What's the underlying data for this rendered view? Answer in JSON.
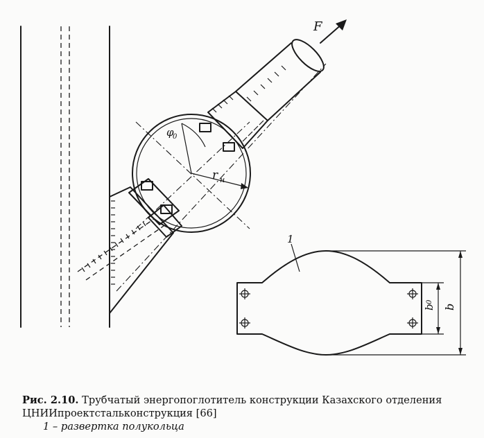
{
  "figure": {
    "force_label": "F",
    "radius_label": "r",
    "radius_sub": "н",
    "angle_label": "φ",
    "angle_sub": "0",
    "part_callout": "1",
    "width_inner_label": "b",
    "width_inner_sub": "0",
    "width_outer_label": "b"
  },
  "caption": {
    "number": "Рис. 2.10.",
    "title": "Трубчатый энергопоглотитель конструкции Казахского отделения ЦНИИпроектстальконструкция [66]",
    "legend": "1 – развертка полукольца"
  }
}
